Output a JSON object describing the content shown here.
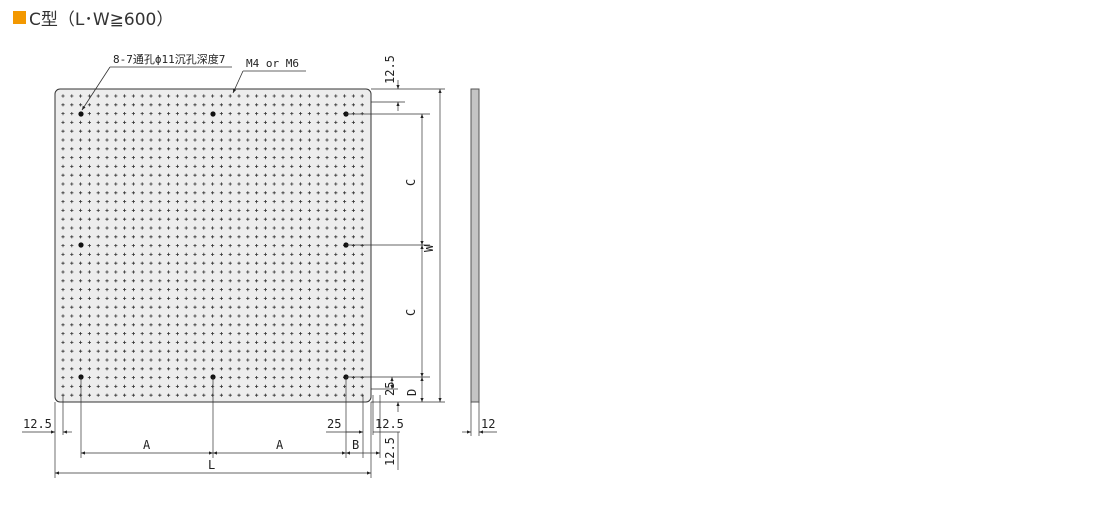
{
  "heading": {
    "marker_color": "#f39800",
    "text": "C型（L･W≧600）"
  },
  "drawing": {
    "callouts": {
      "holes": "8-7通孔ϕ11沉孔深度7",
      "tap": "M4 or M6"
    },
    "dimensions": {
      "top_margin": "12.5",
      "left_margin": "12.5",
      "right_margin": "12.5",
      "bottom_margin": "12.5",
      "pitch_bottom": "25",
      "pitch_right": "25",
      "a1": "A",
      "a2": "A",
      "b": "B",
      "length": "L",
      "c1": "C",
      "c2": "C",
      "d": "D",
      "width": "W",
      "thickness": "12"
    }
  }
}
